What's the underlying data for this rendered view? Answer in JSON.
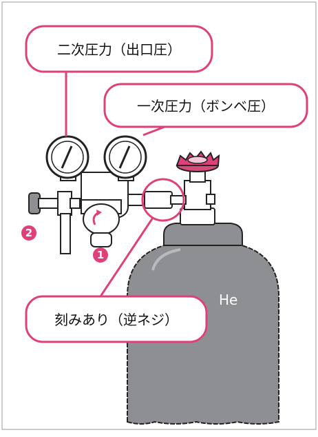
{
  "callouts": {
    "secondary_pressure": "二次圧力（出口圧）",
    "primary_pressure": "一次圧力（ボンベ圧）",
    "reverse_thread": "刻みあり（逆ネジ）"
  },
  "markers": {
    "one": "1",
    "two": "2"
  },
  "cylinder": {
    "gas_label": "He"
  },
  "colors": {
    "accent": "#e0407a",
    "cylinder": "#8e8f92",
    "outline": "#222222"
  }
}
